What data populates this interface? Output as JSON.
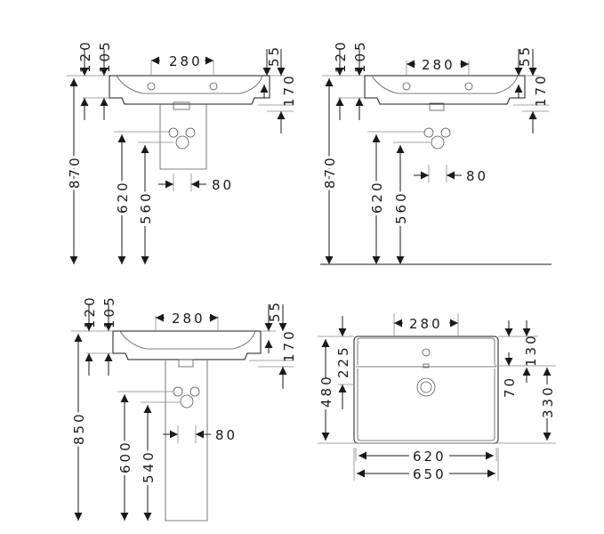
{
  "views": {
    "wall_semi_pedestal": {
      "w280": "280",
      "w120": "120",
      "w105": "105",
      "w55": "55",
      "h170": "170",
      "h870": "870",
      "h620": "620",
      "h560": "560",
      "w80": "80"
    },
    "wall_no_pedestal": {
      "w280": "280",
      "w120": "120",
      "w105": "105",
      "w55": "55",
      "h170": "170",
      "h870": "870",
      "h620": "620",
      "h560": "560",
      "w80": "80"
    },
    "full_pedestal": {
      "w280": "280",
      "w120": "120",
      "w105": "105",
      "w55": "55",
      "h170": "170",
      "h850": "850",
      "h600": "600",
      "h540": "540",
      "w80": "80"
    },
    "plan": {
      "w280": "280",
      "h225": "225",
      "h480": "480",
      "h130": "130",
      "h70": "70",
      "h330": "330",
      "w620": "620",
      "w650": "650"
    }
  }
}
